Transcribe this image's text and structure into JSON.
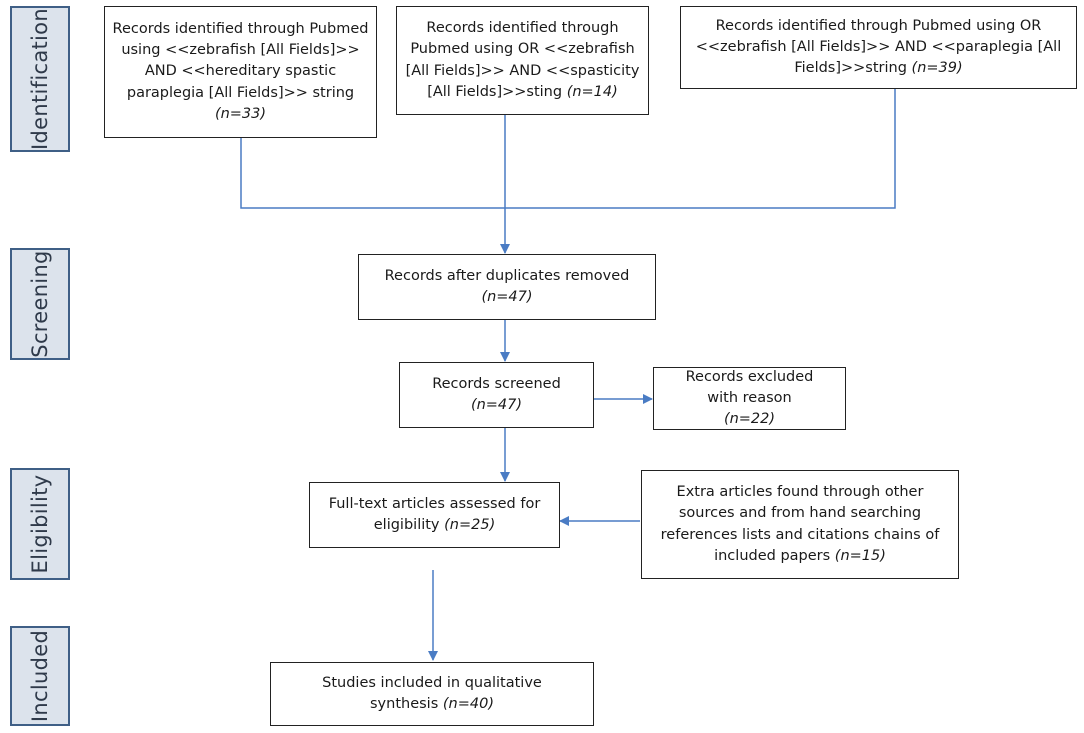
{
  "stages": [
    {
      "label": "Identification"
    },
    {
      "label": "Screening"
    },
    {
      "label": "Eligibility"
    },
    {
      "label": "Included"
    }
  ],
  "boxes": {
    "id_query_hsp": {
      "text": "Records identified through Pubmed using  <<zebrafish [All Fields]>> AND <<hereditary spastic paraplegia [All Fields]>> string",
      "n": "(n=33)"
    },
    "id_query_spasticity": {
      "text": "Records identified through Pubmed using  OR <<zebrafish [All Fields]>> AND <<spasticity [All Fields]>>sting",
      "n": "(n=14)"
    },
    "id_query_paraplegia": {
      "text": "Records identified through Pubmed using  OR <<zebrafish [All Fields]>> AND <<paraplegia [All Fields]>>string",
      "n": "(n=39)"
    },
    "duplicates_removed": {
      "text": "Records after duplicates removed",
      "n": "(n=47)"
    },
    "records_screened": {
      "text": "Records screened",
      "n": "(n=47)"
    },
    "records_excluded": {
      "text": "Records excluded with reason",
      "n": "(n=22)"
    },
    "fulltext_assessed": {
      "text": "Full-text articles assessed for eligibility",
      "n": "(n=25)"
    },
    "extra_articles": {
      "text": "Extra articles found through other sources and from hand searching references lists and citations chains of included papers",
      "n": "(n=15)"
    },
    "studies_included": {
      "text": "Studies included in qualitative synthesis",
      "n": "(n=40)"
    }
  },
  "colors": {
    "arrow": "#4a7cc4",
    "stage_fill": "#dce3ec",
    "stage_border": "#3f5f86"
  }
}
